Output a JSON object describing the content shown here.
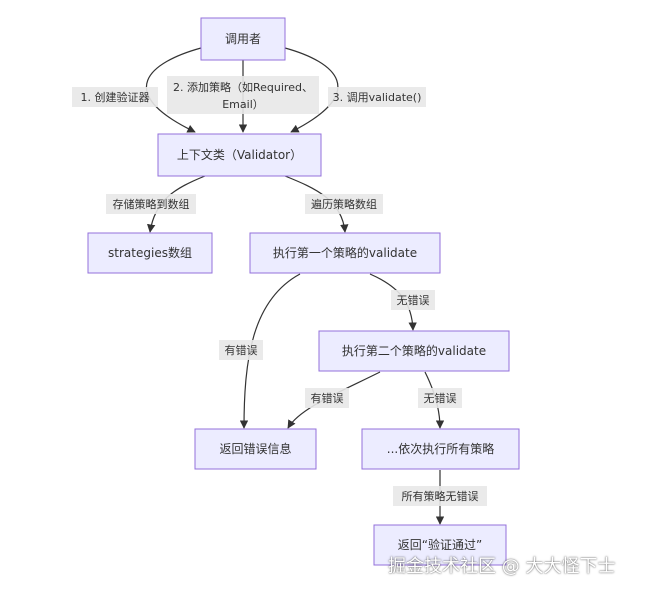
{
  "nodes": {
    "caller": "调用者",
    "context": "上下文类（Validator）",
    "strategies_array": "strategies数组",
    "exec_first": "执行第一个策略的validate",
    "exec_second": "执行第二个策略的validate",
    "return_error": "返回错误信息",
    "exec_all": "...依次执行所有策略",
    "return_pass": "返回“验证通过”"
  },
  "edges": {
    "create_validator": "1. 创建验证器",
    "add_strategy_line1": "2. 添加策略（如Required、",
    "add_strategy_line2": "Email）",
    "call_validate": "3. 调用validate()",
    "store_strategies": "存储策略到数组",
    "iterate_strategies": "遍历策略数组",
    "first_has_error": "有错误",
    "first_no_error": "无错误",
    "second_has_error": "有错误",
    "second_no_error": "无错误",
    "all_no_error": "所有策略无错误"
  },
  "watermark": "掘金技术社区 @ 大大怪下士",
  "colors": {
    "node_fill": "#ECECFF",
    "node_stroke": "#9370DB",
    "edge": "#333333",
    "label_bg": "#e8e8e8"
  }
}
